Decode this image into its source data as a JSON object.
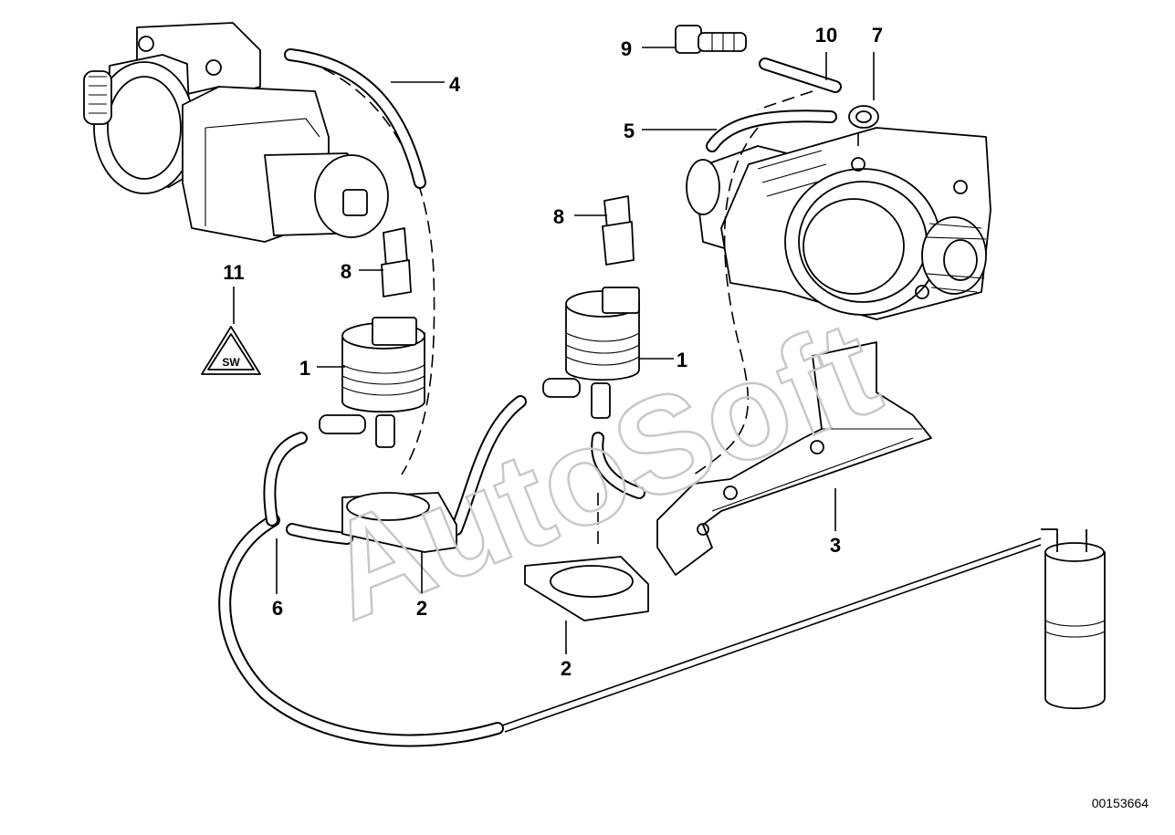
{
  "diagram": {
    "watermark": "AutoSoft",
    "document_number": "00153664",
    "callouts": [
      {
        "id": "c1a",
        "label": "1"
      },
      {
        "id": "c1b",
        "label": "1"
      },
      {
        "id": "c2a",
        "label": "2"
      },
      {
        "id": "c2b",
        "label": "2"
      },
      {
        "id": "c3",
        "label": "3"
      },
      {
        "id": "c4",
        "label": "4"
      },
      {
        "id": "c5",
        "label": "5"
      },
      {
        "id": "c6",
        "label": "6"
      },
      {
        "id": "c7",
        "label": "7"
      },
      {
        "id": "c8a",
        "label": "8"
      },
      {
        "id": "c8b",
        "label": "8"
      },
      {
        "id": "c9",
        "label": "9"
      },
      {
        "id": "c10",
        "label": "10"
      },
      {
        "id": "c11",
        "label": "11"
      }
    ],
    "warning_symbol_text": "SW"
  }
}
